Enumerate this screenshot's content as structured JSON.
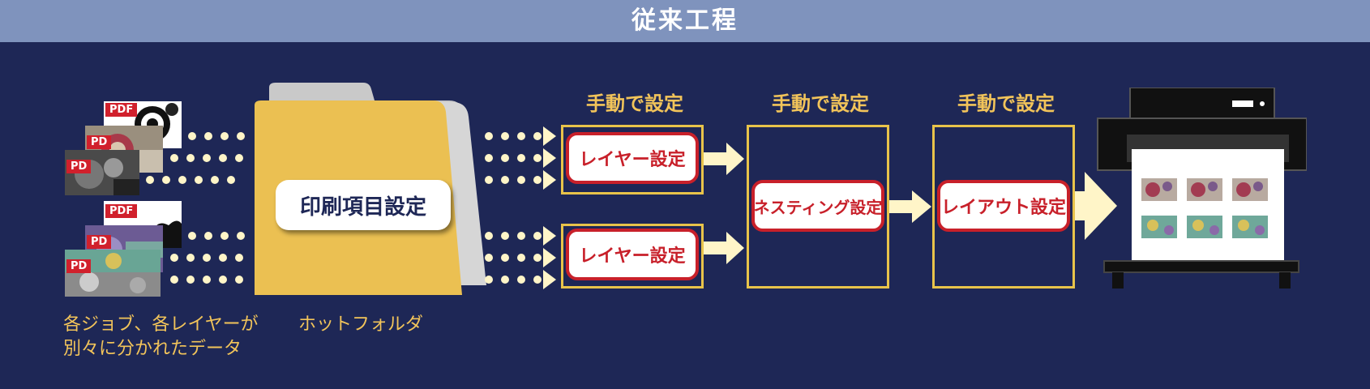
{
  "header": {
    "title": "従来工程"
  },
  "data_caption": {
    "line1": "各ジョブ、各レイヤーが",
    "line2": "別々に分かれたデータ"
  },
  "folder": {
    "caption": "ホットフォルダ",
    "button_label": "印刷項目設定"
  },
  "pdf_tag": "PDF",
  "pd_tag": "PD",
  "steps": [
    {
      "heading": "手動で設定",
      "buttons": [
        "レイヤー設定",
        "レイヤー設定"
      ]
    },
    {
      "heading": "手動で設定",
      "button": "ネスティング設定"
    },
    {
      "heading": "手動で設定",
      "button": "レイアウト設定"
    }
  ],
  "colors": {
    "background": "#1e2756",
    "header": "#7f93bd",
    "gold": "#e8c34a",
    "red": "#c8202a",
    "folder": "#ebc052",
    "cream": "#fff5c8"
  }
}
